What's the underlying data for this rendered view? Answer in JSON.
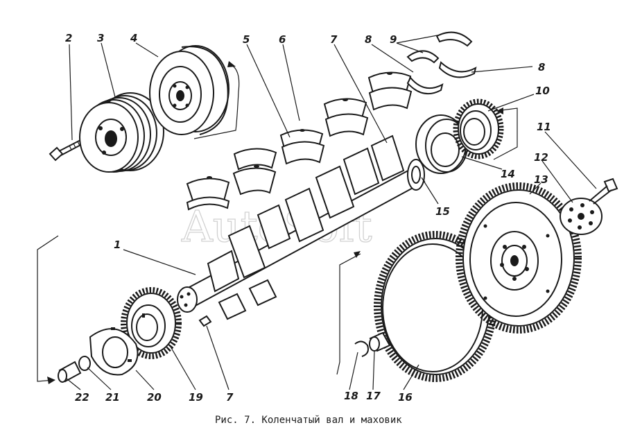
{
  "figure": {
    "caption": "Рис. 7. Коленчатый вал и маховик",
    "watermark": "AutoSoft"
  },
  "callouts": {
    "n1": "1",
    "n2": "2",
    "n3": "3",
    "n4": "4",
    "n5": "5",
    "n6": "6",
    "n7_top": "7",
    "n7_bottom": "7",
    "n8_top": "8",
    "n8_right": "8",
    "n9": "9",
    "n10": "10",
    "n11": "11",
    "n12": "12",
    "n13": "13",
    "n14": "14",
    "n15": "15",
    "n16": "16",
    "n17": "17",
    "n18": "18",
    "n19": "19",
    "n20": "20",
    "n21": "21",
    "n22": "22"
  },
  "colors": {
    "ink": "#1a1a1a",
    "paper": "#ffffff",
    "watermark": "#c9c9c9"
  }
}
